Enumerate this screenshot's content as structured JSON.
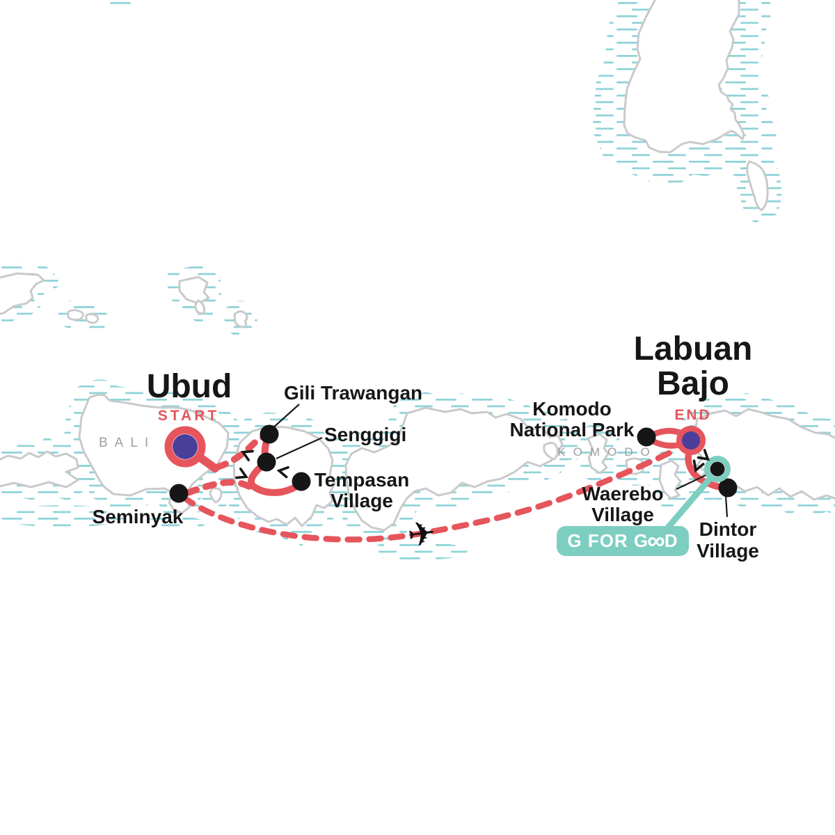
{
  "map": {
    "title_region": "Indonesia itinerary map",
    "regions": [
      "BALI",
      "KOMODO"
    ],
    "stops": [
      {
        "name": "Ubud",
        "tag": "START",
        "marker": "start-ring"
      },
      {
        "name": "Gili Trawangan",
        "marker": "dot"
      },
      {
        "name": "Senggigi",
        "marker": "dot"
      },
      {
        "name": "Tempasan Village",
        "marker": "dot"
      },
      {
        "name": "Seminyak",
        "marker": "dot"
      },
      {
        "name": "Komodo National Park",
        "marker": "dot"
      },
      {
        "name": "Labuan Bajo",
        "tag": "END",
        "marker": "end-ring"
      },
      {
        "name": "Waerebo Village",
        "marker": "teal-ring-dot"
      },
      {
        "name": "Dintor Village",
        "marker": "dot"
      }
    ],
    "routes": [
      {
        "from": "Ubud",
        "to": "Gili Trawangan",
        "style": "dashed"
      },
      {
        "from": "Gili Trawangan",
        "to": "Senggigi",
        "style": "solid"
      },
      {
        "from": "Senggigi",
        "to": "Tempasan Village",
        "style": "solid"
      },
      {
        "from": "Tempasan Village",
        "to": "Seminyak",
        "style": "dashed"
      },
      {
        "from": "Seminyak",
        "to": "Labuan Bajo",
        "style": "dashed-flight"
      },
      {
        "from": "Labuan Bajo",
        "to": "Komodo National Park",
        "style": "solid-loop"
      },
      {
        "from": "Labuan Bajo",
        "to": "Dintor Village",
        "style": "solid"
      },
      {
        "from": "Waerebo Village",
        "to": "G FOR GOOD badge",
        "style": "teal-leader"
      }
    ],
    "badge": {
      "full_label": "G FOR GOOD",
      "prefix": "G FOR G",
      "infinity": "∞",
      "suffix": "D"
    },
    "plane_icon": "✈",
    "colors": {
      "route_red": "#e6555c",
      "marker_purple": "#4b3d9a",
      "g_for_good_teal": "#7dcec0",
      "sea_hatch_teal": "#8fd3d8",
      "coastline_gray": "#c9cacb",
      "region_text_gray": "#9b9ea0",
      "label_black": "#161616"
    }
  }
}
